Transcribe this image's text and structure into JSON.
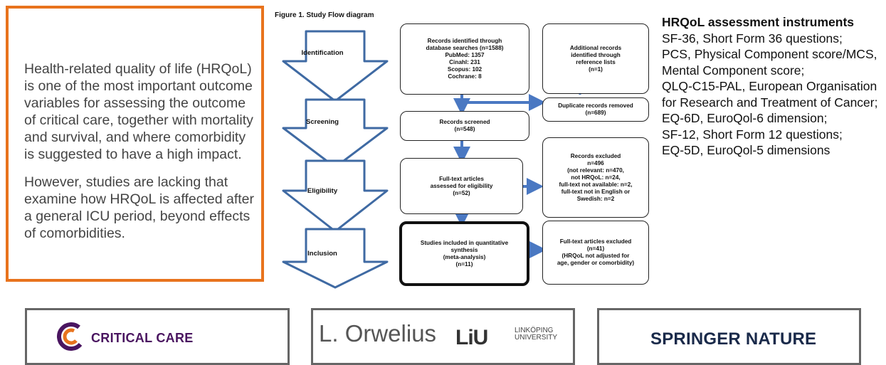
{
  "intro": {
    "paragraph1": "Health-related quality of life (HRQoL) is one of the most important outcome variables for assessing the outcome of critical care, together with mortality and survival, and where comorbidity is suggested to have a high impact.",
    "paragraph2": "However, studies are lacking that examine how HRQoL is affected after a general ICU period, beyond effects of comorbidities."
  },
  "figure": {
    "title": "Figure 1.  Study Flow diagram",
    "stages": [
      "Identification",
      "Screening",
      "Eligibility",
      "Inclusion"
    ],
    "boxes": {
      "identified": "Records identified through\ndatabase searches (n=1588)\nPubMed: 1357\nCinahl: 231\nScopus: 102\nCochrane: 8",
      "additional": "Additional records\nidentified through\nreference lists\n(n=1)",
      "duplicates": "Duplicate records removed\n(n=689)",
      "screened": "Records screened\n(n=548)",
      "excluded": "Records excluded\nn=496\n(not relevant: n=470,\nnot HRQoL: n=24,\nfull-text not available: n=2,\nfull-text not in English or\nSwedish: n=2",
      "fulltext": "Full-text articles\nassessed for eligibility\n(n=52)",
      "included": "Studies included in quantitative\nsynthesis\n(meta-analysis)\n(n=11)",
      "fulltext_excluded": "Full-text articles excluded\n(n=41)\n(HRQoL not adjusted for\nage, gender or comorbidity)"
    }
  },
  "legend": {
    "title": "HRQoL assessment instruments",
    "items": [
      "SF-36, Short Form 36 questions;",
      "PCS, Physical Component score/MCS, Mental Component score;",
      "QLQ-C15-PAL, European Organisation for Research and Treatment of Cancer;",
      "EQ-6D, EuroQol-6 dimension;",
      "SF-12, Short Form 12 questions;",
      "EQ-5D, EuroQol-5 dimensions"
    ]
  },
  "footer": {
    "journal": "CRITICAL CARE",
    "author": "L. Orwelius",
    "university_mark": "LiU",
    "university_name": "LINKÖPING\nUNIVERSITY",
    "publisher": "SPRINGER NATURE"
  },
  "colors": {
    "intro_border": "#e8731d",
    "arrow_stroke": "#3f6aa3",
    "flow_arrow": "#4a78c2",
    "cc_orange": "#e8731d",
    "cc_purple": "#4a1560"
  }
}
